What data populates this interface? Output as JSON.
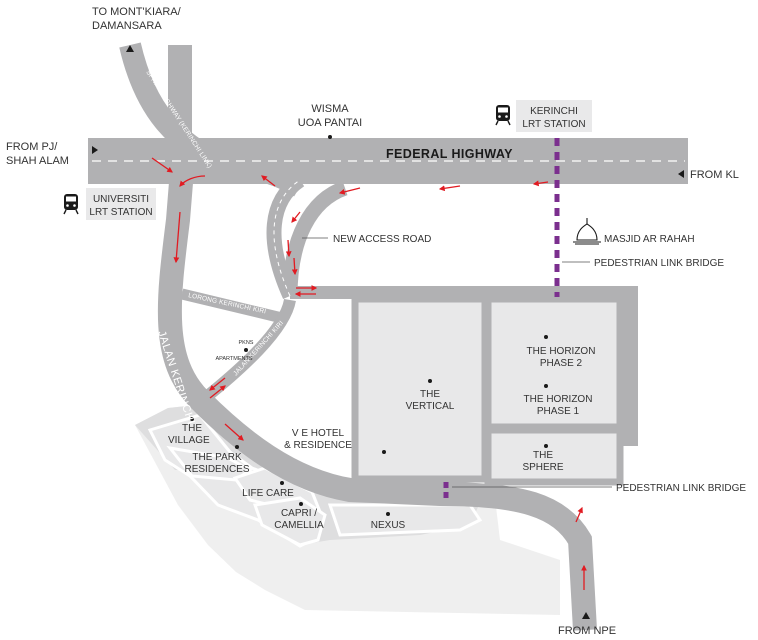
{
  "roads": {
    "federal_highway": "FEDERAL HIGHWAY",
    "sprint_highway": "SPRINT HIGHWAY (KERINCHI LINK)",
    "jalan_kerinchi": "JALAN KERINCHI",
    "lorong_kerinchi_kiri": "LORONG KERINCHI KIRI",
    "jalan_kerinchi_kiri": "JALAN KERINCHI KIRI",
    "new_access_road": "NEW ACCESS ROAD"
  },
  "directions": {
    "to_montkiara_line1": "TO MONT'KIARA/",
    "to_montkiara_line2": "DAMANSARA",
    "from_pj_line1": "FROM PJ/",
    "from_pj_line2": "SHAH ALAM",
    "from_kl": "FROM KL",
    "from_npe": "FROM NPE"
  },
  "stations": {
    "kerinchi_line1": "KERINCHI",
    "kerinchi_line2": "LRT STATION",
    "universiti_line1": "UNIVERSITI",
    "universiti_line2": "LRT STATION"
  },
  "landmarks": {
    "wisma_line1": "WISMA",
    "wisma_line2": "UOA PANTAI",
    "masjid": "MASJID AR RAHAH",
    "bridge_top": "PEDESTRIAN LINK BRIDGE",
    "bridge_bottom": "PEDESTRIAN LINK BRIDGE",
    "pkns_line1": "PKNS",
    "pkns_line2": "APARTMENTS"
  },
  "buildings": {
    "horizon2_line1": "THE HORIZON",
    "horizon2_line2": "PHASE 2",
    "horizon1_line1": "THE HORIZON",
    "horizon1_line2": "PHASE 1",
    "vertical_line1": "THE",
    "vertical_line2": "VERTICAL",
    "sphere_line1": "THE",
    "sphere_line2": "SPHERE",
    "ve_line1": "V E HOTEL",
    "ve_line2": "& RESIDENCE",
    "village_line1": "THE",
    "village_line2": "VILLAGE",
    "park_line1": "THE PARK",
    "park_line2": "RESIDENCES",
    "lifecare": "LIFE CARE",
    "capri_line1": "CAPRI /",
    "capri_line2": "CAMELLIA",
    "nexus": "NEXUS"
  },
  "colors": {
    "road": "#b1b1b3",
    "road_light": "#d2d2d4",
    "block": "#e8e8e9",
    "outline": "#b1b1b3",
    "bridge": "#7b2f8e",
    "arrow": "#e11b22",
    "text": "#333333",
    "station_box": "#e9e9ea"
  },
  "icons": {
    "train": "train-icon",
    "mosque": "mosque-icon",
    "pointer": "triangle-pointer-icon"
  }
}
